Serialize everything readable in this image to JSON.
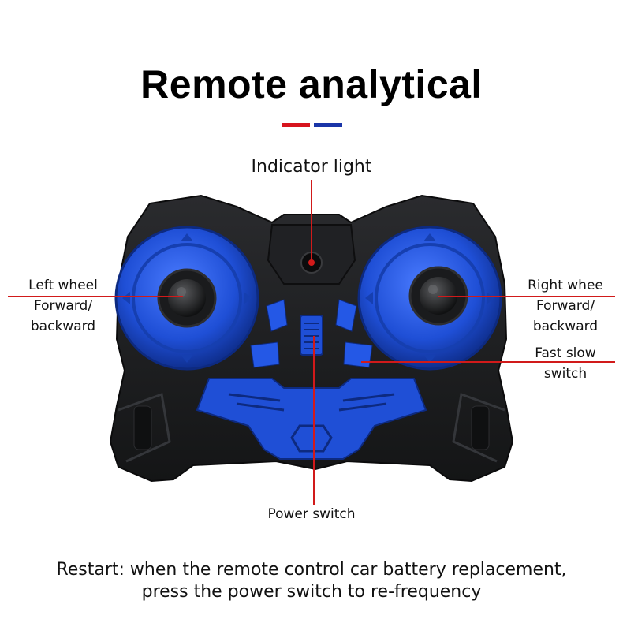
{
  "title": "Remote analytical",
  "colors": {
    "accent_red": "#d7141e",
    "accent_blue": "#1a35a8",
    "body": "#1b1c1e",
    "blue": "#1f4fd6",
    "line": "#d11a1a"
  },
  "labels": {
    "indicator": "Indicator light",
    "left_line1": "Left wheel",
    "left_line2": "Forward/",
    "left_line3": "backward",
    "right_line1": "Right whee",
    "right_line2": "Forward/",
    "right_line3": "backward",
    "fast_line1": "Fast slow",
    "fast_line2": "switch",
    "power": "Power switch"
  },
  "footer": {
    "line1": "Restart: when the remote control car battery replacement,",
    "line2": "press the power switch to re-frequency"
  }
}
